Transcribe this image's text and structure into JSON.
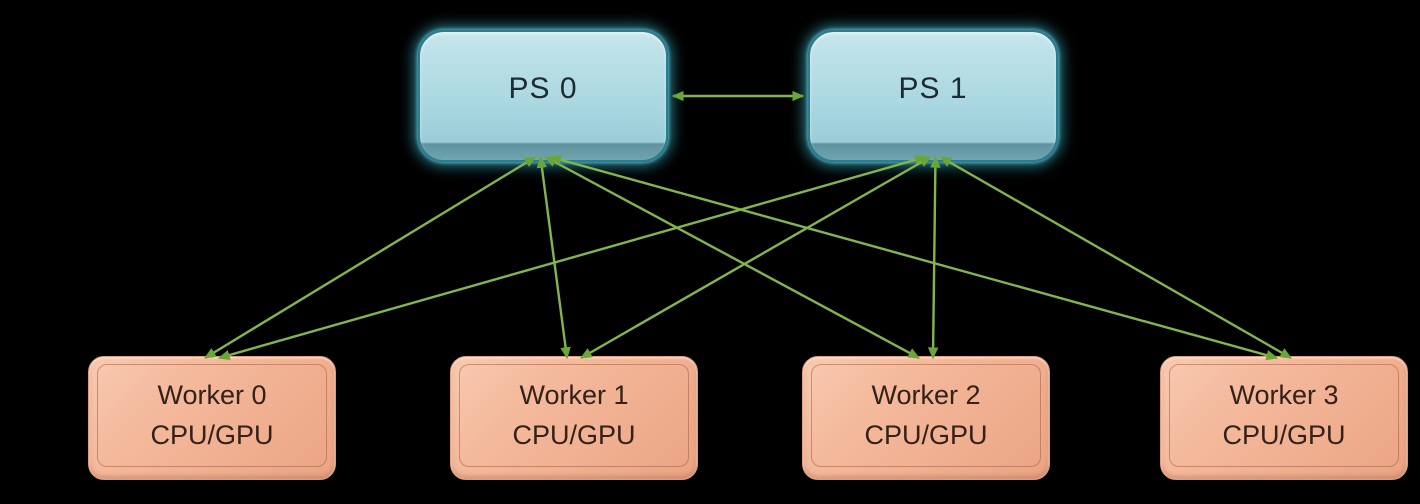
{
  "diagram": {
    "description": "Distributed training parameter-server architecture",
    "background_color": "#000000",
    "line_color": "#84b54b",
    "arrowhead_color": "#6aa637",
    "nodes": {
      "parameter_servers": [
        {
          "id": "ps0",
          "label": "PS 0"
        },
        {
          "id": "ps1",
          "label": "PS 1"
        }
      ],
      "workers": [
        {
          "id": "worker0",
          "title": "Worker 0",
          "subtitle": "CPU/GPU"
        },
        {
          "id": "worker1",
          "title": "Worker 1",
          "subtitle": "CPU/GPU"
        },
        {
          "id": "worker2",
          "title": "Worker 2",
          "subtitle": "CPU/GPU"
        },
        {
          "id": "worker3",
          "title": "Worker 3",
          "subtitle": "CPU/GPU"
        }
      ]
    },
    "edges": [
      {
        "from": "ps0",
        "to": "ps1",
        "bidirectional": true
      },
      {
        "from": "ps0",
        "to": "worker0",
        "bidirectional": true
      },
      {
        "from": "ps0",
        "to": "worker1",
        "bidirectional": true
      },
      {
        "from": "ps0",
        "to": "worker2",
        "bidirectional": true
      },
      {
        "from": "ps0",
        "to": "worker3",
        "bidirectional": true
      },
      {
        "from": "ps1",
        "to": "worker0",
        "bidirectional": true
      },
      {
        "from": "ps1",
        "to": "worker1",
        "bidirectional": true
      },
      {
        "from": "ps1",
        "to": "worker2",
        "bidirectional": true
      },
      {
        "from": "ps1",
        "to": "worker3",
        "bidirectional": true
      }
    ],
    "node_colors": {
      "ps_fill": "#a4d4de",
      "ps_border": "#2c7d8e",
      "worker_fill": "#f0af90",
      "worker_border": "#a66040"
    }
  }
}
